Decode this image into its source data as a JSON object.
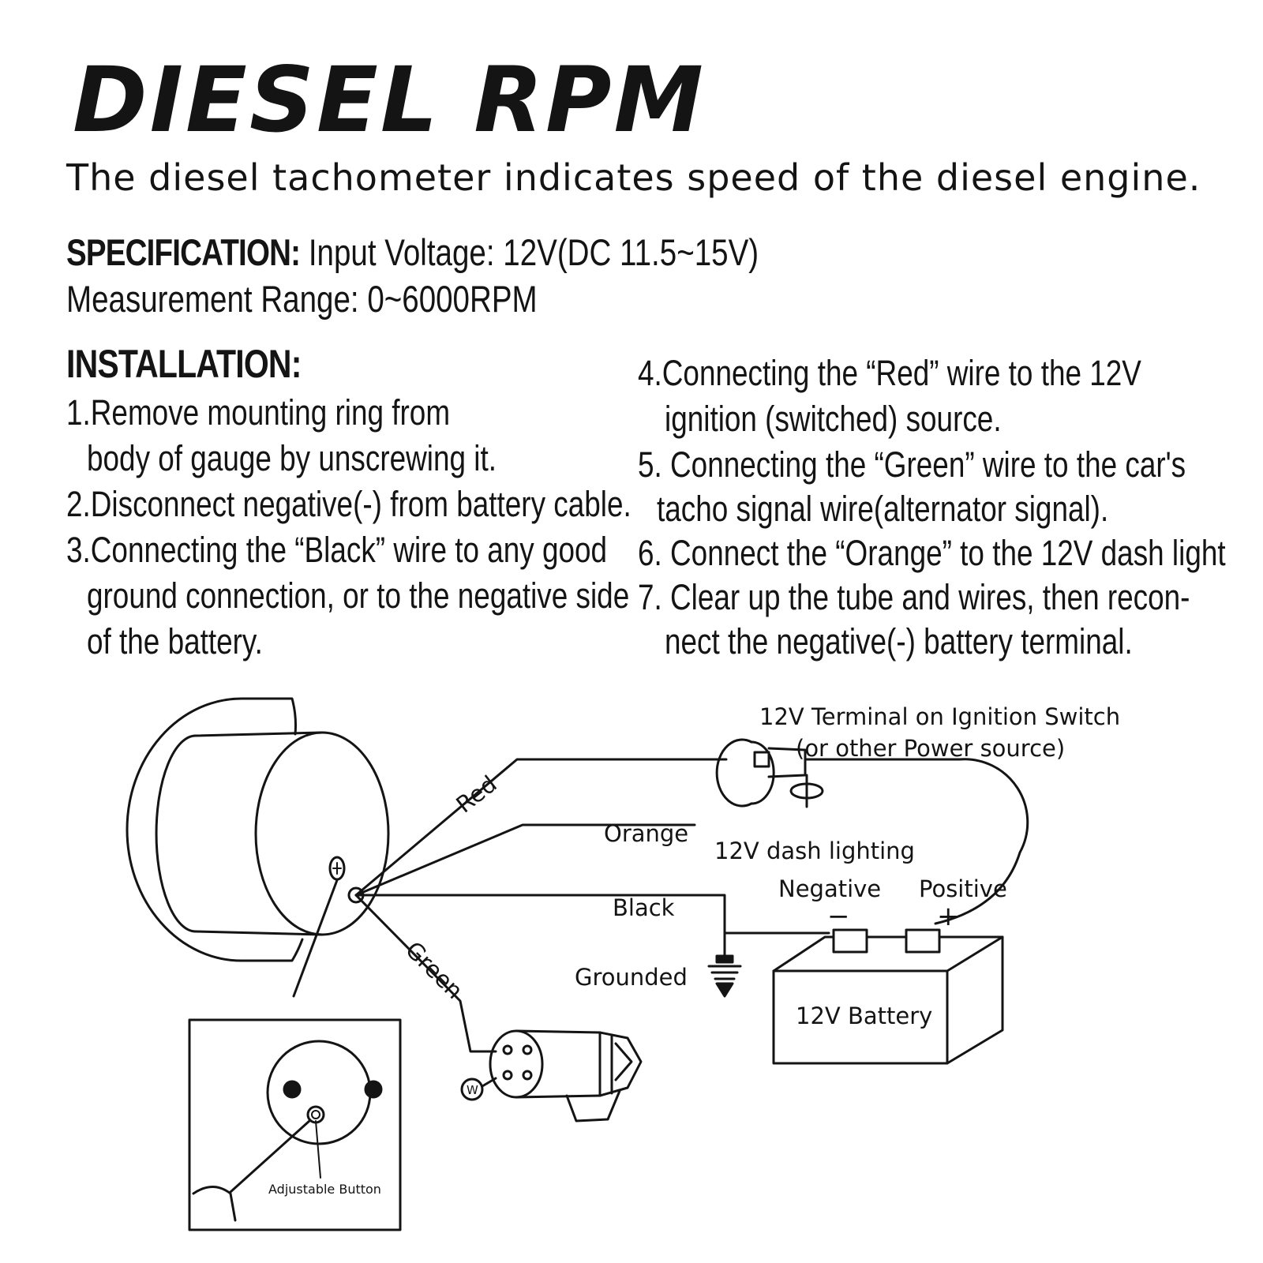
{
  "title": "DIESEL RPM",
  "subtitle": "The diesel tachometer indicates speed of the diesel engine.",
  "specification": {
    "label": "SPECIFICATION:",
    "input_voltage": "Input Voltage: 12V(DC 11.5~15V)",
    "measurement_range": "Measurement Range: 0~6000RPM"
  },
  "installation": {
    "label": "INSTALLATION:",
    "steps": [
      "1.Remove mounting ring from",
      "body of gauge by unscrewing it.",
      "2.Disconnect negative(-) from battery cable.",
      "3.Connecting the “Black” wire to any good",
      "ground connection, or to the negative side",
      "of the battery.",
      "4.Connecting the “Red” wire to the 12V",
      "ignition (switched) source.",
      "5. Connecting the “Green” wire to the car's",
      "tacho signal wire(alternator signal).",
      "6. Connect the “Orange” to the 12V dash light",
      "7. Clear up the tube and wires, then recon-",
      "nect the negative(-) battery terminal."
    ]
  },
  "diagram": {
    "ignition_label_1": "12V Terminal on Ignition Switch",
    "ignition_label_2": "(or other Power source)",
    "wire_red": "Red",
    "wire_orange": "Orange",
    "wire_black": "Black",
    "wire_green": "Green",
    "dash_lighting": "12V dash lighting",
    "negative": "Negative",
    "positive": "Positive",
    "minus_sign": "−",
    "plus_sign": "+",
    "grounded": "Grounded",
    "battery": "12V Battery",
    "alternator_terminal": "W",
    "adjustable_button": "Adjustable Button"
  }
}
